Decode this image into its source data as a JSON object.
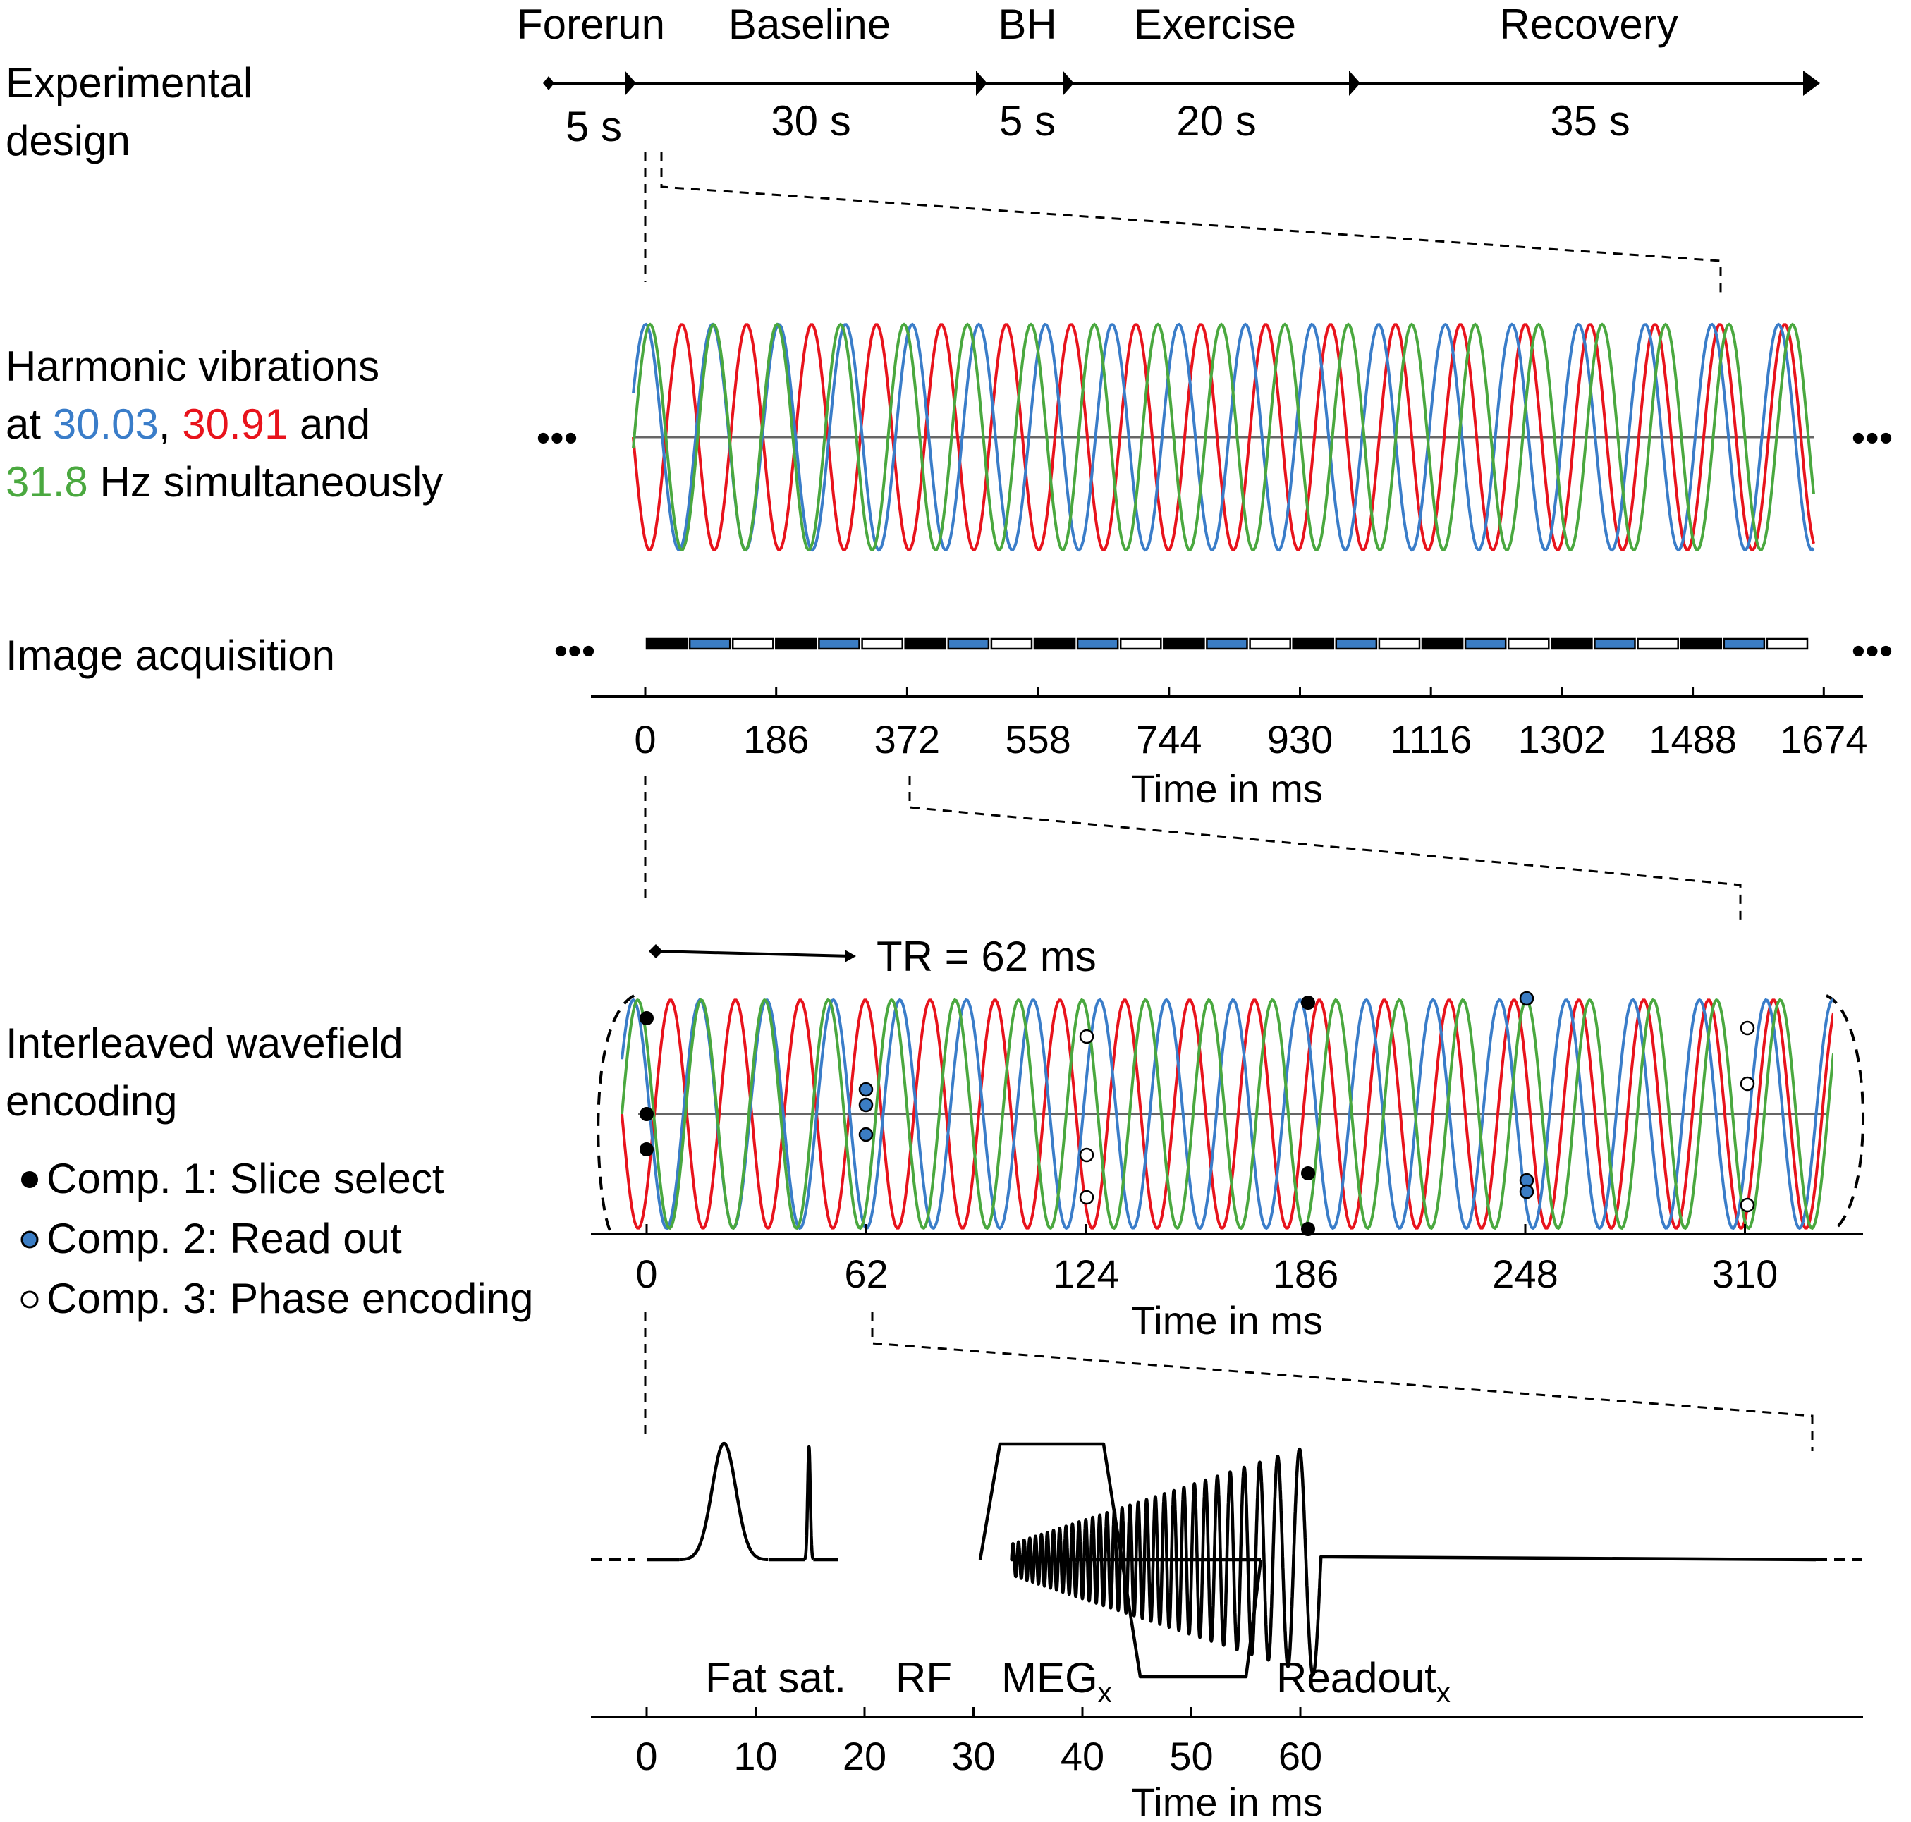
{
  "experimental_design": {
    "label_line1": "Experimental",
    "label_line2": "design",
    "phases": [
      {
        "name": "Forerun",
        "duration": "5 s",
        "seconds": 5
      },
      {
        "name": "Baseline",
        "duration": "30 s",
        "seconds": 30
      },
      {
        "name": "BH",
        "duration": "5 s",
        "seconds": 5
      },
      {
        "name": "Exercise",
        "duration": "20 s",
        "seconds": 20
      },
      {
        "name": "Recovery",
        "duration": "35 s",
        "seconds": 35
      }
    ]
  },
  "harmonic": {
    "line1": "Harmonic vibrations",
    "line2_prefix": "at ",
    "f1": "30.03",
    "sep": ", ",
    "f2": "30.91",
    "line2_suffix": " and",
    "f3": "31.8",
    "line3_suffix": " Hz simultaneously",
    "ellipsis": "•••"
  },
  "acquisition": {
    "label": "Image acquisition",
    "ellipsis": "•••",
    "segment_pattern": [
      "black",
      "blue",
      "white"
    ],
    "segment_count": 27
  },
  "axis1": {
    "ticks": [
      "0",
      "186",
      "372",
      "558",
      "744",
      "930",
      "1116",
      "1302",
      "1488",
      "1674"
    ],
    "label": "Time in ms"
  },
  "wavefield": {
    "label_line1": "Interleaved wavefield",
    "label_line2": "encoding",
    "tr_label": "TR = 62 ms",
    "legend": [
      {
        "marker": "black",
        "text": "Comp. 1: Slice select"
      },
      {
        "marker": "blue",
        "text": "Comp. 2: Read out"
      },
      {
        "marker": "white",
        "text": "Comp. 3: Phase encoding"
      }
    ]
  },
  "axis2": {
    "ticks": [
      "0",
      "62",
      "124",
      "186",
      "248",
      "310"
    ],
    "label": "Time in ms"
  },
  "sequence": {
    "labels": [
      {
        "text": "Fat sat.",
        "sub": ""
      },
      {
        "text": "RF",
        "sub": ""
      },
      {
        "text": "MEG",
        "sub": "x"
      },
      {
        "text": "Readout",
        "sub": "x"
      }
    ]
  },
  "axis3": {
    "ticks": [
      "0",
      "10",
      "20",
      "30",
      "40",
      "50",
      "60"
    ],
    "label": "Time in ms"
  },
  "colors": {
    "wave_30_03": "#3a7dc9",
    "wave_30_91": "#e8131c",
    "wave_31_8": "#4aa83f",
    "blue_marker": "#3b7dc4"
  }
}
